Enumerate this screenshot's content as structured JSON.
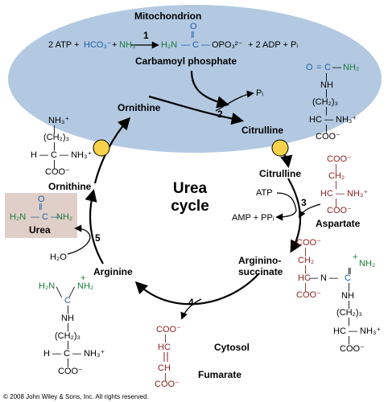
{
  "mitochondrion": {
    "title": "Mitochondrion",
    "reaction": {
      "atp": "2 ATP +",
      "hco3": "HCO₃⁻",
      "plus1": "+",
      "nh3": "NH₃",
      "step": "1",
      "h2n": "H₂N",
      "c_line": "— C —",
      "o_top": "O",
      "opo3": "OPO₃²⁻",
      "products": "+ 2 ADP + Pᵢ"
    },
    "product_label": "Carbamoyl phosphate"
  },
  "step2": {
    "number": "2",
    "pi": "Pᵢ"
  },
  "names": {
    "ornithine_mito": "Ornithine",
    "citrulline_mito": "Citrulline",
    "citrulline_cyto": "Citrulline",
    "ornithine_left": "Ornithine",
    "argininosuccinate_1": "Arginino-",
    "argininosuccinate_2": "succinate",
    "arginine": "Arginine",
    "aspartate": "Aspartate",
    "fumarate": "Fumarate",
    "urea": "Urea"
  },
  "cycle_title": {
    "line1": "Urea",
    "line2": "cycle"
  },
  "step3": {
    "number": "3",
    "atp": "ATP",
    "products": "AMP + PPᵢ"
  },
  "step4": {
    "number": "4"
  },
  "step5": {
    "number": "5",
    "h2o": "H₂O"
  },
  "cytosol": "Cytosol",
  "structures": {
    "ornithine": [
      "NH₃⁺",
      "|",
      "(CH₂)₃",
      "|",
      "H — C — NH₃⁺",
      "|",
      "COO⁻"
    ],
    "citrulline_top": [
      "O",
      "‖",
      "C — NH₂",
      "|",
      "NH",
      "|",
      "(CH₂)₃",
      "|",
      "HC — NH₃⁺",
      "|",
      "COO⁻"
    ],
    "aspartate": [
      "COO⁻",
      "|",
      "CH₂",
      "|",
      "HC — NH₃⁺",
      "|",
      "COO⁻"
    ],
    "argininosuccinate_left": [
      "COO⁻",
      "|",
      "CH₂",
      "|",
      "HC",
      "|",
      "COO⁻"
    ],
    "argininosuccinate_n": "— N —",
    "argininosuccinate_right": [
      "+",
      "NH₂",
      "‖",
      "C",
      "|",
      "NH",
      "|",
      "(CH₂)₃",
      "|",
      "HC — NH₃⁺",
      "|",
      "COO⁻"
    ],
    "arginine": [
      "H₂N",
      "C",
      "NH",
      "(CH₂)₃",
      "H — C — NH₃⁺",
      "COO⁻"
    ],
    "arginine_plus": "+",
    "arginine_nh2": "NH₂",
    "fumarate": [
      "COO⁻",
      "|",
      "HC",
      "‖",
      "CH",
      "|",
      "COO⁻"
    ],
    "urea": {
      "o": "O",
      "dbl": "‖",
      "h2n": "H₂N",
      "c": "— C —",
      "nh2": "NH₂"
    }
  },
  "copyright": "© 2008 John Wiley & Sons, Inc. All rights reserved.",
  "colors": {
    "mito": "#b3c9e2",
    "urea_box": "#e0cfc9",
    "transporter": "#f7d24a",
    "blue": "#1f5fa8",
    "green": "#1a7a3a",
    "red": "#8a1f1f"
  }
}
